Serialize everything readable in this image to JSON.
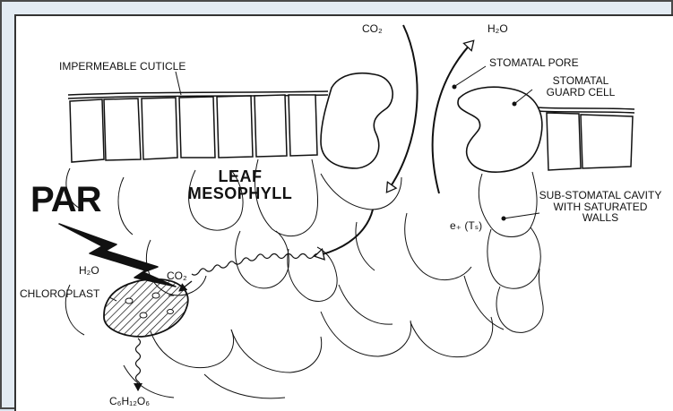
{
  "labels": {
    "co2_top": "CO₂",
    "h2o_top": "H₂O",
    "impermeable_cuticle": "IMPERMEABLE CUTICLE",
    "stomatal_pore": "STOMATAL PORE",
    "stomatal_guard_cell": "STOMATAL GUARD CELL",
    "leaf_mesophyll": "LEAF MESOPHYLL",
    "par": "PAR",
    "sub_stomatal_cavity": "SUB-STOMATAL CAVITY WITH SATURATED WALLS",
    "h2o_chloroplast": "H₂O",
    "co2_chloroplast": "CO₂",
    "chloroplast": "CHLOROPLAST",
    "vapour_pressure": "e₊ (Tₛ)",
    "glucose": "C₆H₁₂O₆"
  },
  "colors": {
    "ink": "#111111",
    "background": "#ffffff",
    "frame": "#e3ebf3"
  }
}
